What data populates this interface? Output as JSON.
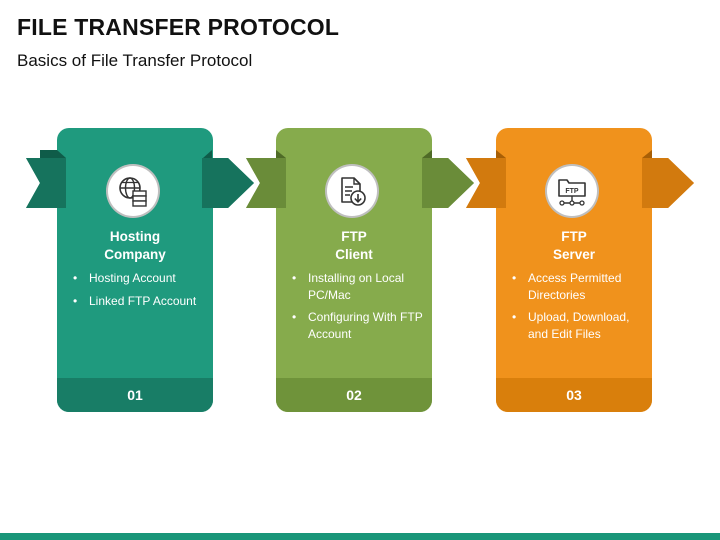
{
  "header": {
    "title": "FILE TRANSFER PROTOCOL",
    "subtitle": "Basics of File Transfer Protocol"
  },
  "colors": {
    "teal": "#1f9a7e",
    "teal_dark": "#167a62",
    "green": "#86ab4c",
    "green_dark": "#6a8c39",
    "orange": "#f0921c",
    "orange_dark": "#d27a0e",
    "bottom_bar": "#1a9679"
  },
  "steps": [
    {
      "icon": "globe-server-icon",
      "title_line1": "Hosting",
      "title_line2": "Company",
      "bullets": [
        "Hosting Account",
        "Linked FTP Account"
      ],
      "number": "01"
    },
    {
      "icon": "document-download-icon",
      "title_line1": "FTP",
      "title_line2": "Client",
      "bullets": [
        "Installing on Local PC/Mac",
        "Configuring With FTP Account"
      ],
      "number": "02"
    },
    {
      "icon": "ftp-folder-network-icon",
      "icon_label": "FTP",
      "title_line1": "FTP",
      "title_line2": "Server",
      "bullets": [
        "Access Permitted Directories",
        "Upload, Download, and Edit Files"
      ],
      "number": "03"
    }
  ]
}
